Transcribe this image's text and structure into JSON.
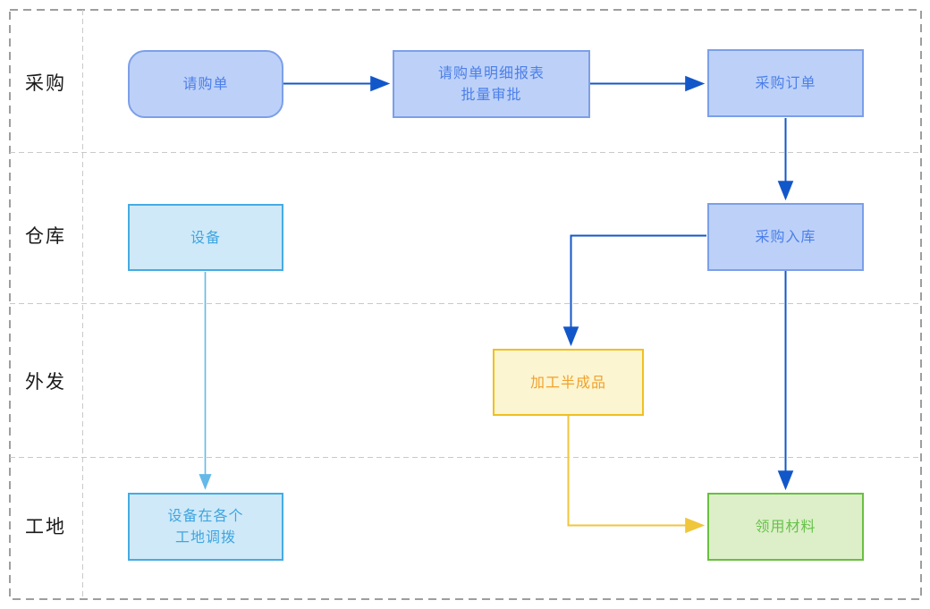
{
  "diagram": {
    "title": "purchase-material-flowchart",
    "lanes": [
      {
        "label": "采购"
      },
      {
        "label": "仓库"
      },
      {
        "label": "外发"
      },
      {
        "label": "工地"
      }
    ],
    "nodes": [
      {
        "name": "purchase-requisition",
        "label": "请购单",
        "lane": "采购",
        "shape": "rounded-rect",
        "style": "blue"
      },
      {
        "name": "requisition-report",
        "label": "请购单明细报表\n批量审批",
        "lane": "采购",
        "shape": "rect",
        "style": "blue"
      },
      {
        "name": "purchase-order",
        "label": "采购订单",
        "lane": "采购",
        "shape": "rect",
        "style": "blue"
      },
      {
        "name": "equipment",
        "label": "设备",
        "lane": "仓库",
        "shape": "rect",
        "style": "cyan"
      },
      {
        "name": "purchase-inbound",
        "label": "采购入库",
        "lane": "仓库",
        "shape": "rect",
        "style": "blue"
      },
      {
        "name": "process-semifinished",
        "label": "加工半成品",
        "lane": "外发",
        "shape": "rect",
        "style": "yellow"
      },
      {
        "name": "equipment-transfer",
        "label": "设备在各个\n工地调拨",
        "lane": "工地",
        "shape": "rect",
        "style": "cyan"
      },
      {
        "name": "material-requisition",
        "label": "领用材料",
        "lane": "工地",
        "shape": "rect",
        "style": "green"
      }
    ],
    "edges": [
      {
        "from": "请购单",
        "to": "请购单明细报表 批量审批",
        "color": "#1257c9"
      },
      {
        "from": "请购单明细报表 批量审批",
        "to": "采购订单",
        "color": "#1257c9"
      },
      {
        "from": "采购订单",
        "to": "采购入库",
        "color": "#1257c9"
      },
      {
        "from": "采购入库",
        "to": "加工半成品",
        "color": "#1257c9"
      },
      {
        "from": "采购入库",
        "to": "领用材料",
        "color": "#1257c9"
      },
      {
        "from": "加工半成品",
        "to": "领用材料",
        "color": "#f0c63c"
      },
      {
        "from": "设备",
        "to": "设备在各个工地调拨",
        "color": "#64b9e9"
      }
    ],
    "colors": {
      "node_blue_fill": "#bdd1f8",
      "node_blue_border": "#7c9fe9",
      "node_blue_text": "#4c7fe8",
      "node_cyan_fill": "#cfe9f8",
      "node_cyan_border": "#45abe3",
      "node_cyan_text": "#3fa5e0",
      "node_yellow_fill": "#fcf5d1",
      "node_yellow_border": "#f0c020",
      "node_yellow_text": "#f0a12b",
      "node_green_fill": "#ddefc9",
      "node_green_border": "#69bf41",
      "node_green_text": "#66c24a",
      "arrow_blue": "#1257c9",
      "arrow_yellow": "#f0c63c",
      "arrow_lightblue": "#64b9e9",
      "outer_border": "#9e9e9e",
      "inner_grid": "#c9c9c9",
      "lane_label_text": "#1a1a1a"
    }
  }
}
